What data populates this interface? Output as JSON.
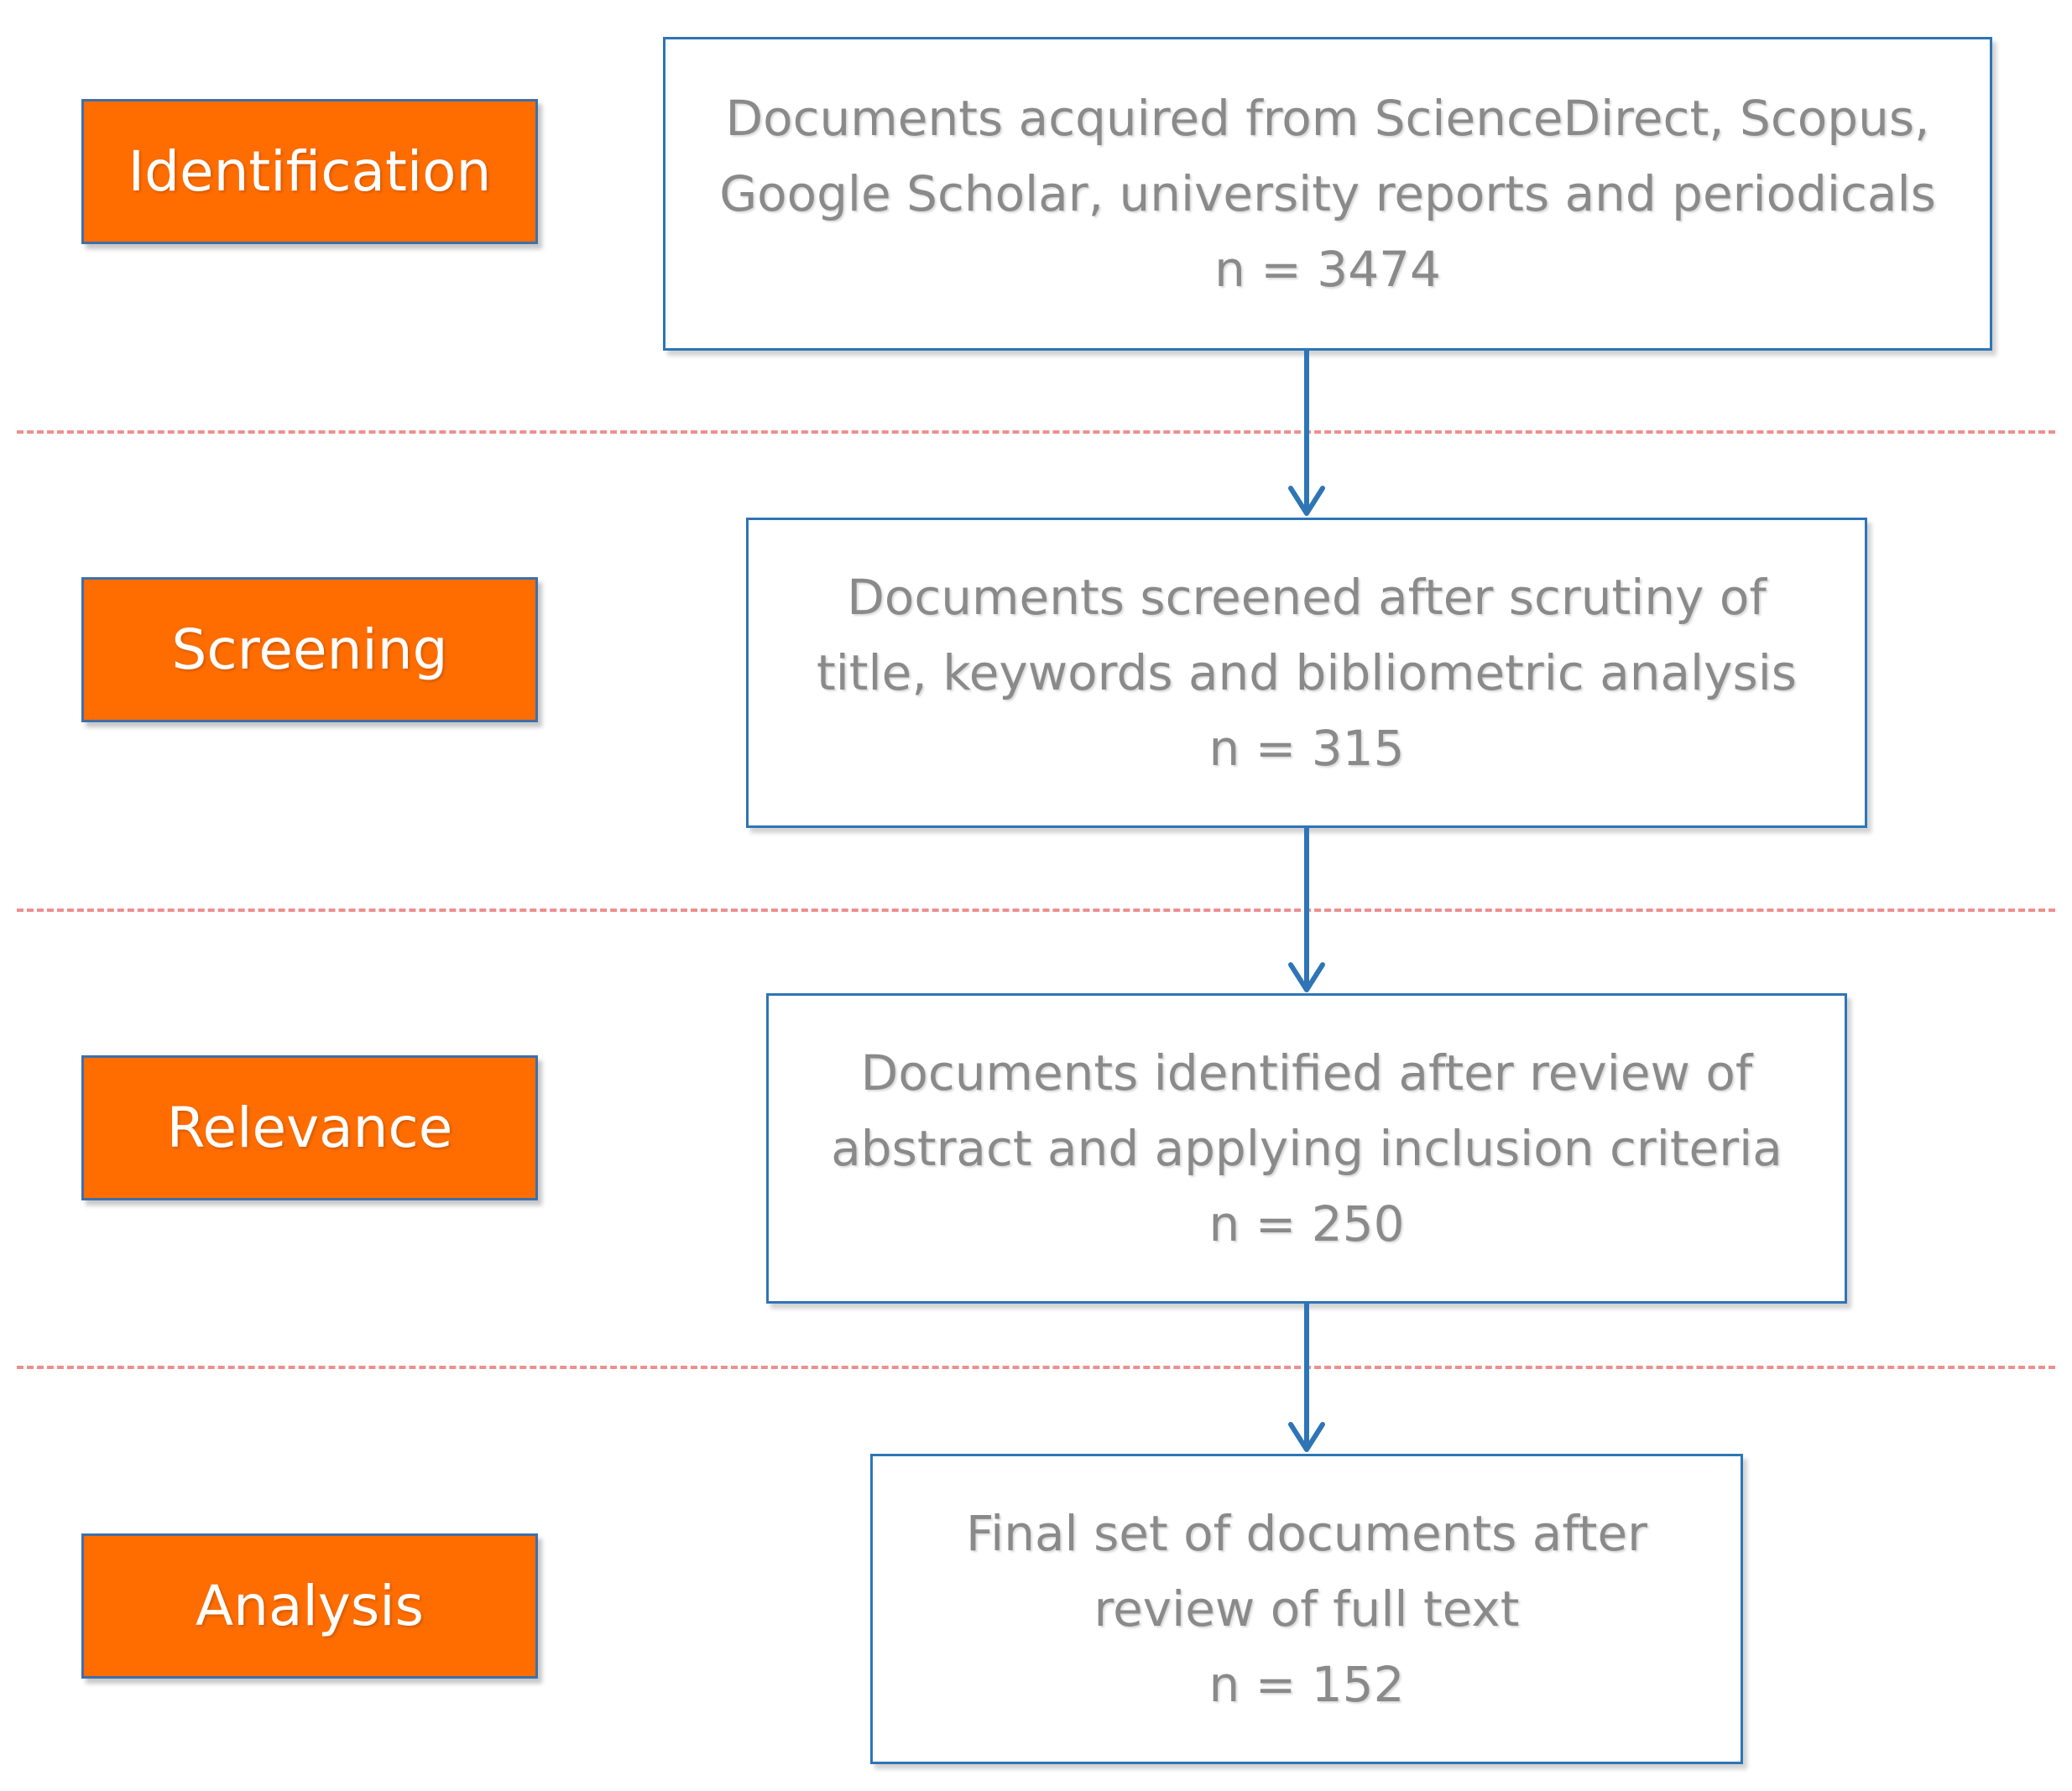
{
  "stages": [
    {
      "label": "Identification"
    },
    {
      "label": "Screening"
    },
    {
      "label": "Relevance"
    },
    {
      "label": "Analysis"
    }
  ],
  "boxes": [
    {
      "line1": "Documents acquired from ScienceDirect, Scopus,",
      "line2": "Google Scholar, university reports and periodicals",
      "count": "n = 3474"
    },
    {
      "line1": "Documents screened after scrutiny of",
      "line2": "title, keywords and bibliometric analysis",
      "count": "n = 315"
    },
    {
      "line1": "Documents identified after review of",
      "line2": "abstract and applying inclusion criteria",
      "count": "n = 250"
    },
    {
      "line1": "Final set of documents after",
      "line2": "review of full text",
      "count": "n = 152"
    }
  ],
  "colors": {
    "stage_fill": "#ff6d01",
    "stage_text": "#ffffff",
    "box_border": "#2e75b6",
    "box_text": "#8a8a8a",
    "arrow": "#2e75b6",
    "divider": "#ee8f8f"
  },
  "icons": {
    "connector": "down-arrow-icon"
  }
}
